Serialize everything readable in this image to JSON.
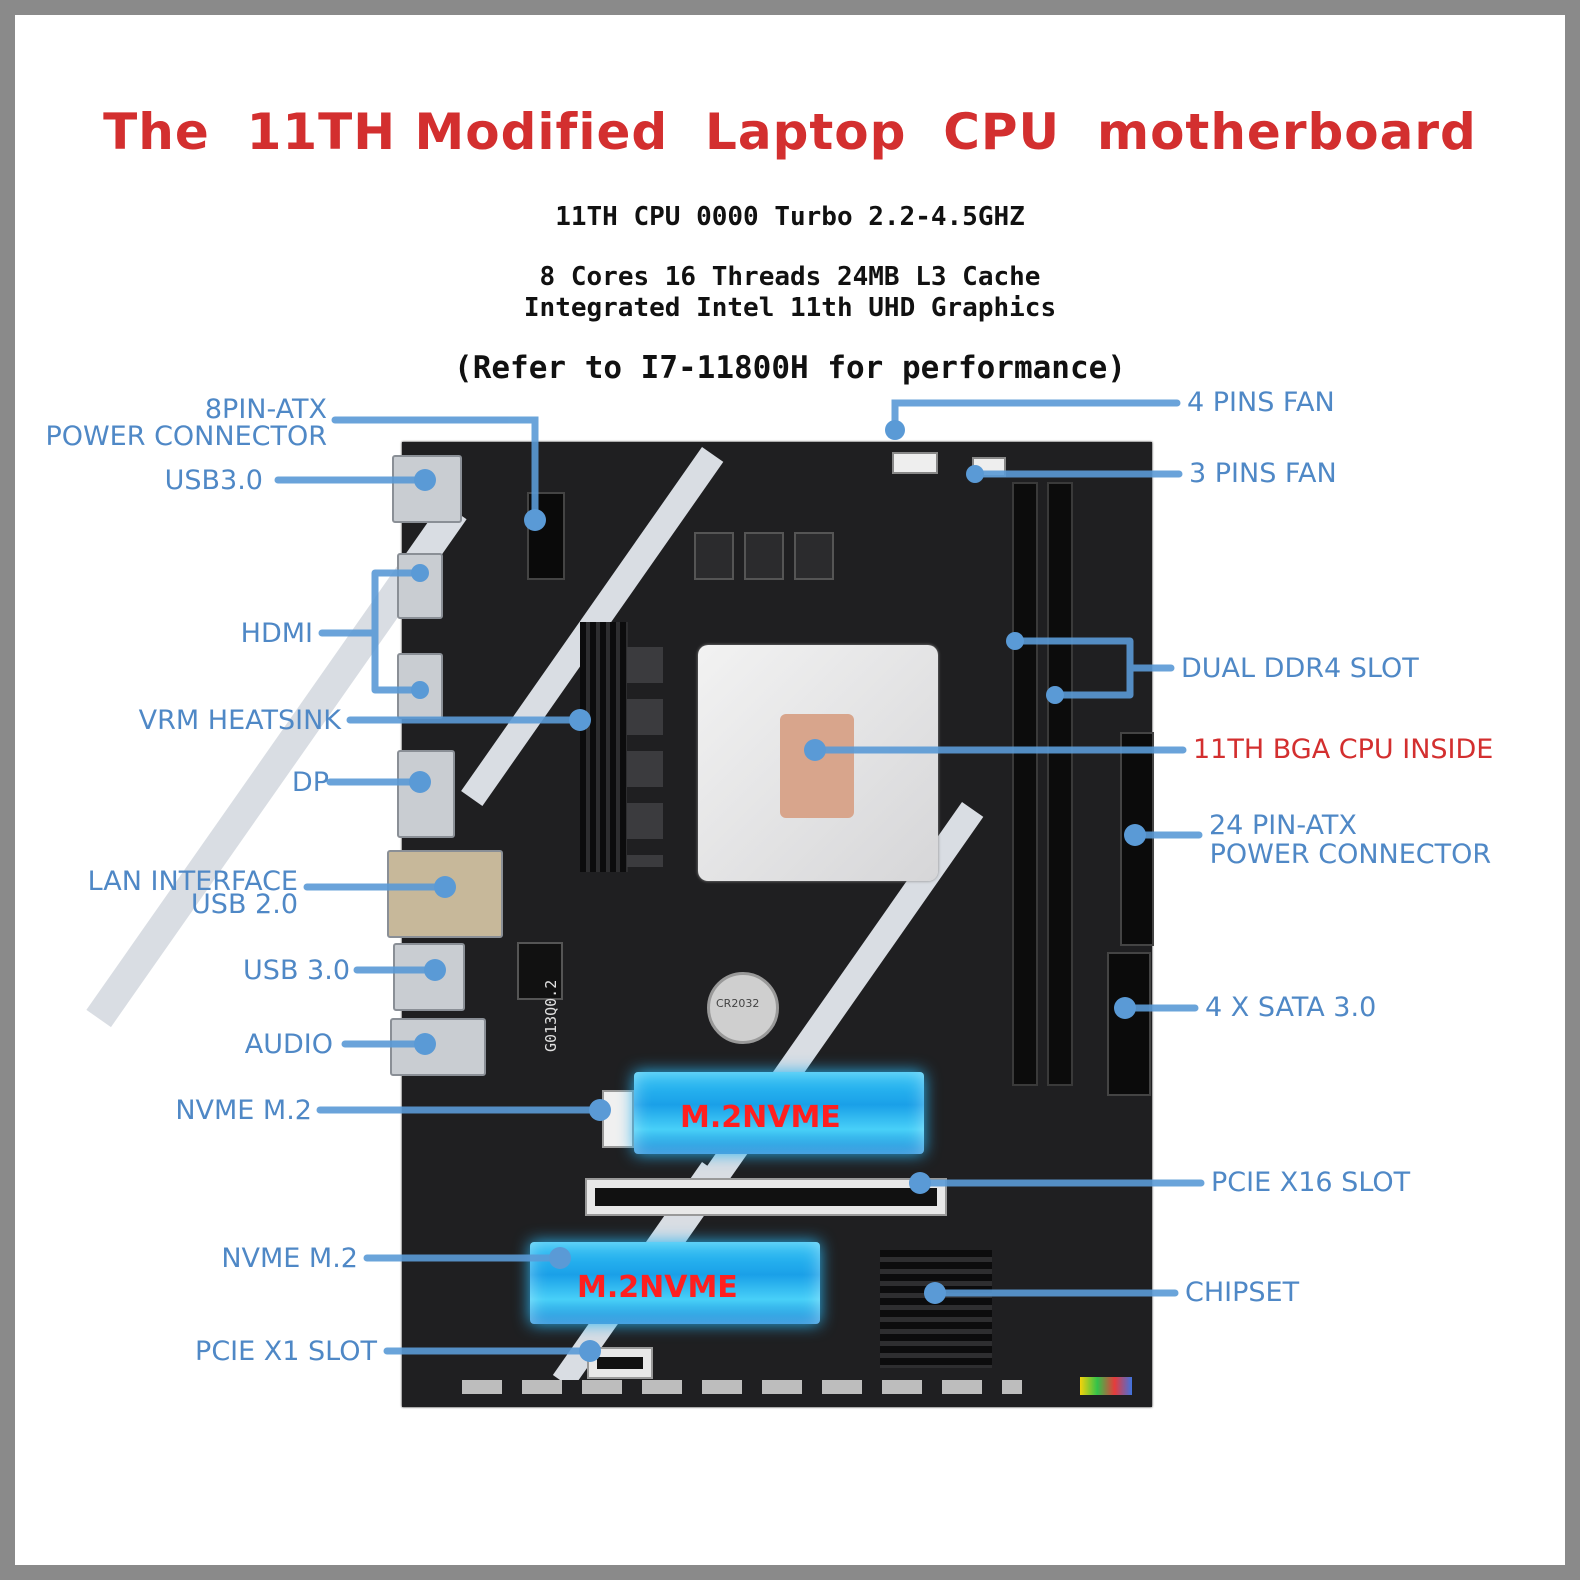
{
  "title": "The  11TH Modified  Laptop  CPU  motherboard",
  "specs": {
    "line1": "11TH CPU 0000 Turbo 2.2-4.5GHZ",
    "line2": "8 Cores 16 Threads 24MB L3 Cache",
    "line3": "Integrated Intel 11th UHD Graphics",
    "line4": "(Refer to I7-11800H for performance)"
  },
  "labels_left": {
    "atx8_1": "8PIN-ATX",
    "atx8_2": "POWER CONNECTOR",
    "usb30_top": "USB3.0",
    "hdmi": "HDMI",
    "vrm": "VRM HEATSINK",
    "dp": "DP",
    "lan": "LAN INTERFACE",
    "usb20": "USB 2.0",
    "usb30": "USB 3.0",
    "audio": "AUDIO",
    "nvme1": "NVME M.2",
    "nvme2": "NVME M.2",
    "pcie_x1": "PCIE X1 SLOT"
  },
  "labels_right": {
    "fan4": "4 PINS FAN",
    "fan3": "3 PINS FAN",
    "ddr4": "DUAL DDR4 SLOT",
    "cpu": "11TH BGA CPU INSIDE",
    "atx24_1": "24 PIN-ATX",
    "atx24_2": " POWER CONNECTOR",
    "sata": "4 X SATA 3.0",
    "pcie_x16": "PCIE X16 SLOT",
    "chipset": "CHIPSET"
  },
  "board": {
    "m2_label_1": "M.2NVME",
    "m2_label_2": "M.2NVME",
    "model": "G013Q0.2",
    "battery": "CR2032"
  },
  "colors": {
    "title": "#d32f2f",
    "label": "#4f88c6",
    "highlight": "#d32f2f",
    "leader": "#5a9ad6",
    "board": "#1f1f21"
  }
}
